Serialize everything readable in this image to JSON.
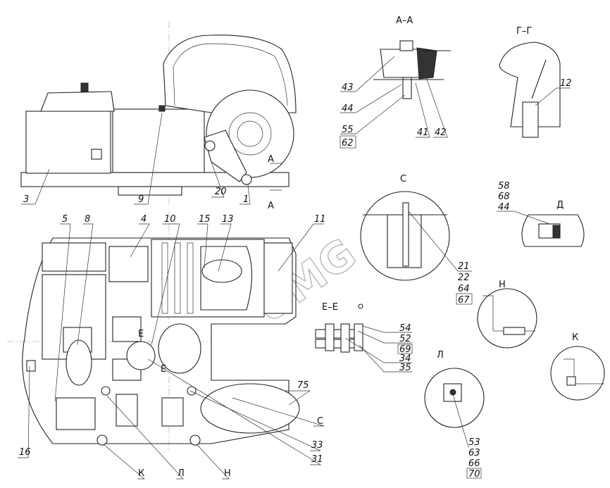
{
  "watermark": "UMG",
  "side_view": {
    "labels": [
      "3",
      "9",
      "20",
      "1"
    ],
    "section_mark": "A"
  },
  "section_aa": {
    "title": "А–А",
    "labels": [
      "43",
      "44",
      "55",
      "62",
      "41",
      "42"
    ]
  },
  "section_gg": {
    "title": "Г–Г",
    "labels": [
      "12"
    ]
  },
  "detail_c": {
    "title": "С",
    "labels": [
      "21",
      "22",
      "64",
      "67"
    ]
  },
  "detail_d": {
    "title": "Д",
    "labels": [
      "58",
      "68",
      "44"
    ]
  },
  "section_ee": {
    "title": "Е–Е",
    "labels": [
      "54",
      "52",
      "69",
      "34",
      "35"
    ]
  },
  "detail_h": {
    "title": "Н"
  },
  "detail_k": {
    "title": "К"
  },
  "detail_l": {
    "title": "Л",
    "labels": [
      "53",
      "63",
      "66",
      "70"
    ]
  },
  "plan_view": {
    "labels": [
      "5",
      "8",
      "4",
      "10",
      "15",
      "13",
      "11",
      "16",
      "75",
      "33",
      "31"
    ],
    "callouts": {
      "c": "С",
      "k": "К",
      "l": "Л",
      "h": "Н",
      "e": "Е"
    }
  }
}
